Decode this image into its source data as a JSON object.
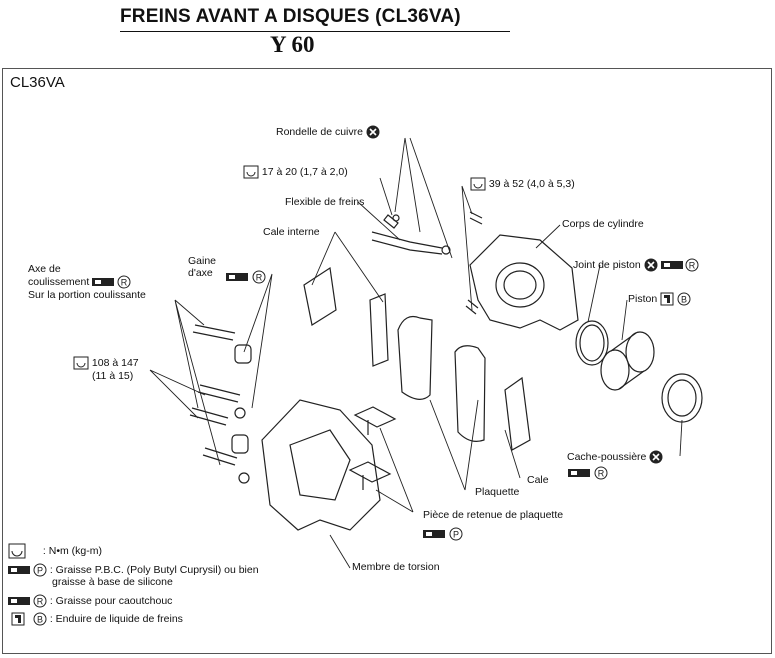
{
  "title": "FREINS AVANT A DISQUES (CL36VA)",
  "subtitle": "Y 60",
  "model": "CL36VA",
  "labels": {
    "rondelle": "Rondelle de cuivre",
    "torque1": "17 à 20 (1,7 à 2,0)",
    "flexible": "Flexible de freins",
    "cale_interne": "Cale interne",
    "torque2": "39 à 52 (4,0 à 5,3)",
    "corps": "Corps de cylindre",
    "joint": "Joint de piston",
    "piston": "Piston",
    "gaine_1": "Gaine",
    "gaine_2": "d'axe",
    "axe_1": "Axe de",
    "axe_2": "coulissement",
    "axe_3": "Sur la portion coulissante",
    "torque3_1": "108 à 147",
    "torque3_2": "(11 à 15)",
    "cache": "Cache-poussière",
    "cale": "Cale",
    "plaquette": "Plaquette",
    "piece": "Pièce de retenue de plaquette",
    "membre": "Membre de torsion"
  },
  "legend": [
    {
      "symbol": "torque-wrench-icon",
      "text": ": N•m (kg-m)"
    },
    {
      "symbol": "grease-p-icon",
      "text": ": Graisse P.B.C. (Poly Butyl Cuprysil) ou bien"
    },
    {
      "symbol": "",
      "text": "graisse à base de silicone"
    },
    {
      "symbol": "grease-r-icon",
      "text": ": Graisse pour caoutchouc"
    },
    {
      "symbol": "brake-fluid-b-icon",
      "text": ": Enduire de liquide de freins"
    }
  ],
  "letters": {
    "r": "R",
    "p": "P",
    "b": "B"
  }
}
